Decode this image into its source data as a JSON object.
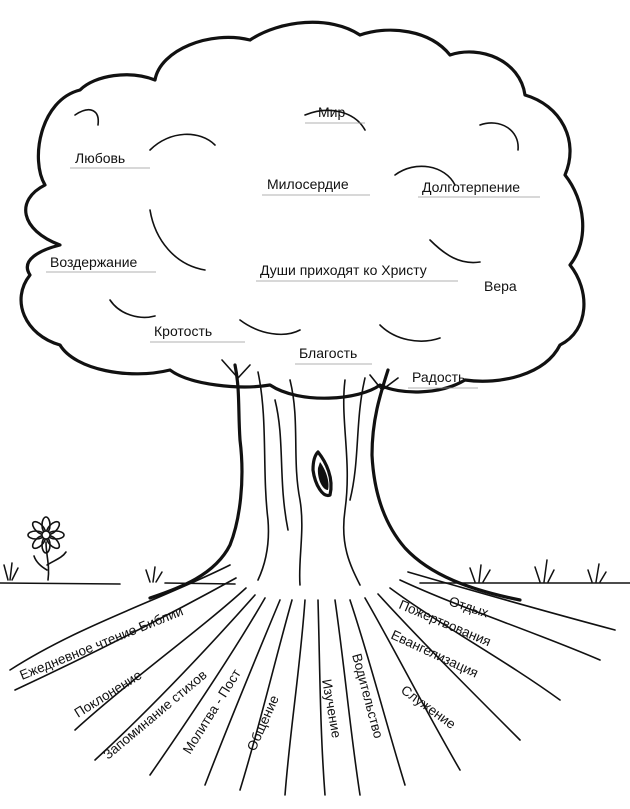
{
  "canopy_fruits": [
    {
      "id": "mir",
      "text": "Мир"
    },
    {
      "id": "lyubov",
      "text": "Любовь"
    },
    {
      "id": "miloserdie",
      "text": "Милосердие"
    },
    {
      "id": "dolgoterpenie",
      "text": "Долготерпение"
    },
    {
      "id": "vozderzhanie",
      "text": "Воздержание"
    },
    {
      "id": "dushi",
      "text": "Души приходят ко Христу"
    },
    {
      "id": "vera",
      "text": "Вера"
    },
    {
      "id": "krotost",
      "text": "Кротость"
    },
    {
      "id": "blagost",
      "text": "Благость"
    },
    {
      "id": "radost",
      "text": "Радость"
    }
  ],
  "roots": [
    {
      "id": "chtenie",
      "text": "Ежедневное чтение Библии"
    },
    {
      "id": "poklonenie",
      "text": "Поклонение"
    },
    {
      "id": "zapominanie",
      "text": "Запоминание стихов"
    },
    {
      "id": "molitva",
      "text": "Молитва - Пост"
    },
    {
      "id": "obshchenie",
      "text": "Общение"
    },
    {
      "id": "izuchenie",
      "text": "Изучение"
    },
    {
      "id": "voditelstvo",
      "text": "Водительство"
    },
    {
      "id": "sluzhenie",
      "text": "Служение"
    },
    {
      "id": "evangelizaciya",
      "text": "Евангелизация"
    },
    {
      "id": "pozhertvovaniya",
      "text": "Пожертвования"
    },
    {
      "id": "otdykh",
      "text": "Отдых"
    }
  ]
}
